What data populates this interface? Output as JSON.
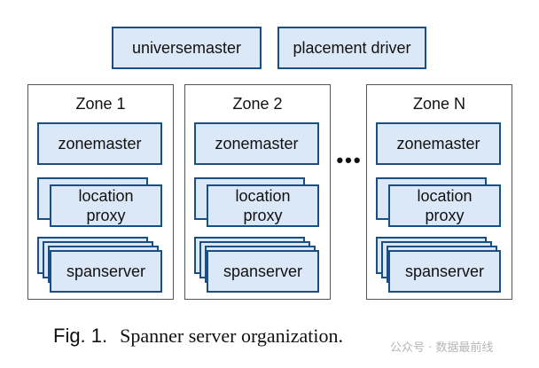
{
  "top_boxes": {
    "universemaster": "universemaster",
    "placement_driver": "placement driver"
  },
  "zones": [
    {
      "title": "Zone 1",
      "zonemaster": "zonemaster",
      "location_proxy": "location\nproxy",
      "spanserver": "spanserver"
    },
    {
      "title": "Zone 2",
      "zonemaster": "zonemaster",
      "location_proxy": "location\nproxy",
      "spanserver": "spanserver"
    },
    {
      "title": "Zone N",
      "zonemaster": "zonemaster",
      "location_proxy": "location\nproxy",
      "spanserver": "spanserver"
    }
  ],
  "ellipsis": "•••",
  "caption": {
    "number": "Fig. 1.",
    "text": "Spanner server organization."
  },
  "watermark": "公众号 · 数据最前线",
  "colors": {
    "box_fill": "#dbe8f8",
    "box_border": "#1a4f86",
    "zone_border": "#555555"
  }
}
